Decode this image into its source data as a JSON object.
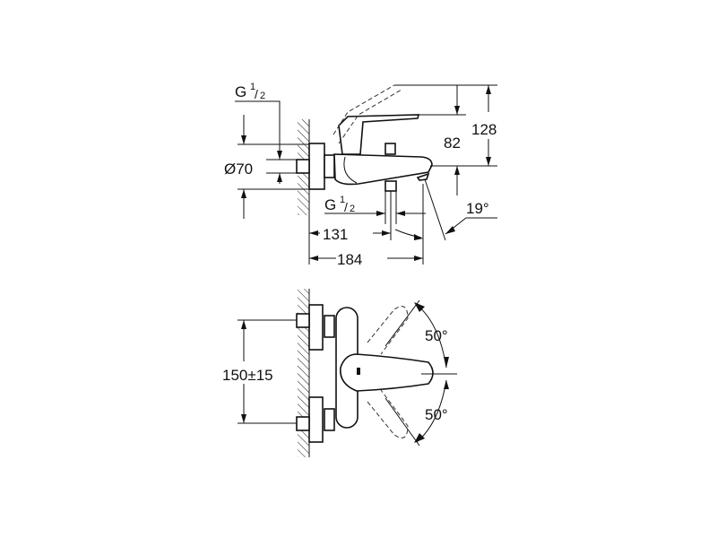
{
  "side_view": {
    "thread_inlet": {
      "base": "G",
      "num": "1",
      "den": "2"
    },
    "diameter_label": "Ø70",
    "thread_outlet": {
      "base": "G",
      "num": "1",
      "den": "2"
    },
    "dim_131": "131",
    "dim_184": "184",
    "dim_82": "82",
    "dim_128": "128",
    "angle_spout": "19°"
  },
  "top_view": {
    "dim_centers": "150±15",
    "angle_up": "50°",
    "angle_down": "50°"
  }
}
